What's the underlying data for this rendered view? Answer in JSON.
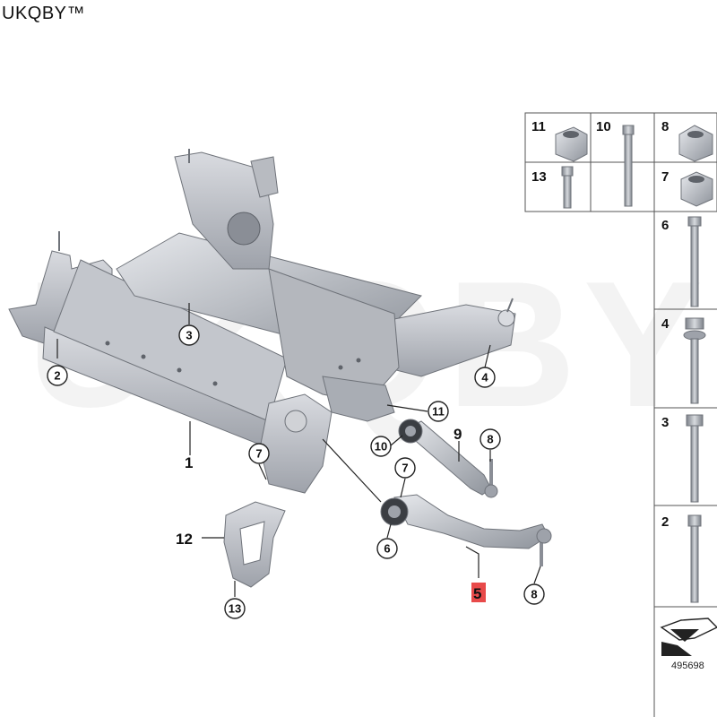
{
  "brand": "UKQBY™",
  "watermark": "UKQBY™",
  "diagram_id": "495698",
  "highlighted_part": "5",
  "main_labels": [
    "1",
    "12",
    "9",
    "5"
  ],
  "callouts": [
    "2",
    "3",
    "4",
    "7",
    "11",
    "10",
    "8",
    "7",
    "6",
    "8",
    "13"
  ],
  "hardware_table": {
    "top_row": [
      "11",
      "10",
      "8"
    ],
    "second_row": [
      "13",
      "7"
    ],
    "column": [
      "6",
      "4",
      "3",
      "2"
    ]
  }
}
